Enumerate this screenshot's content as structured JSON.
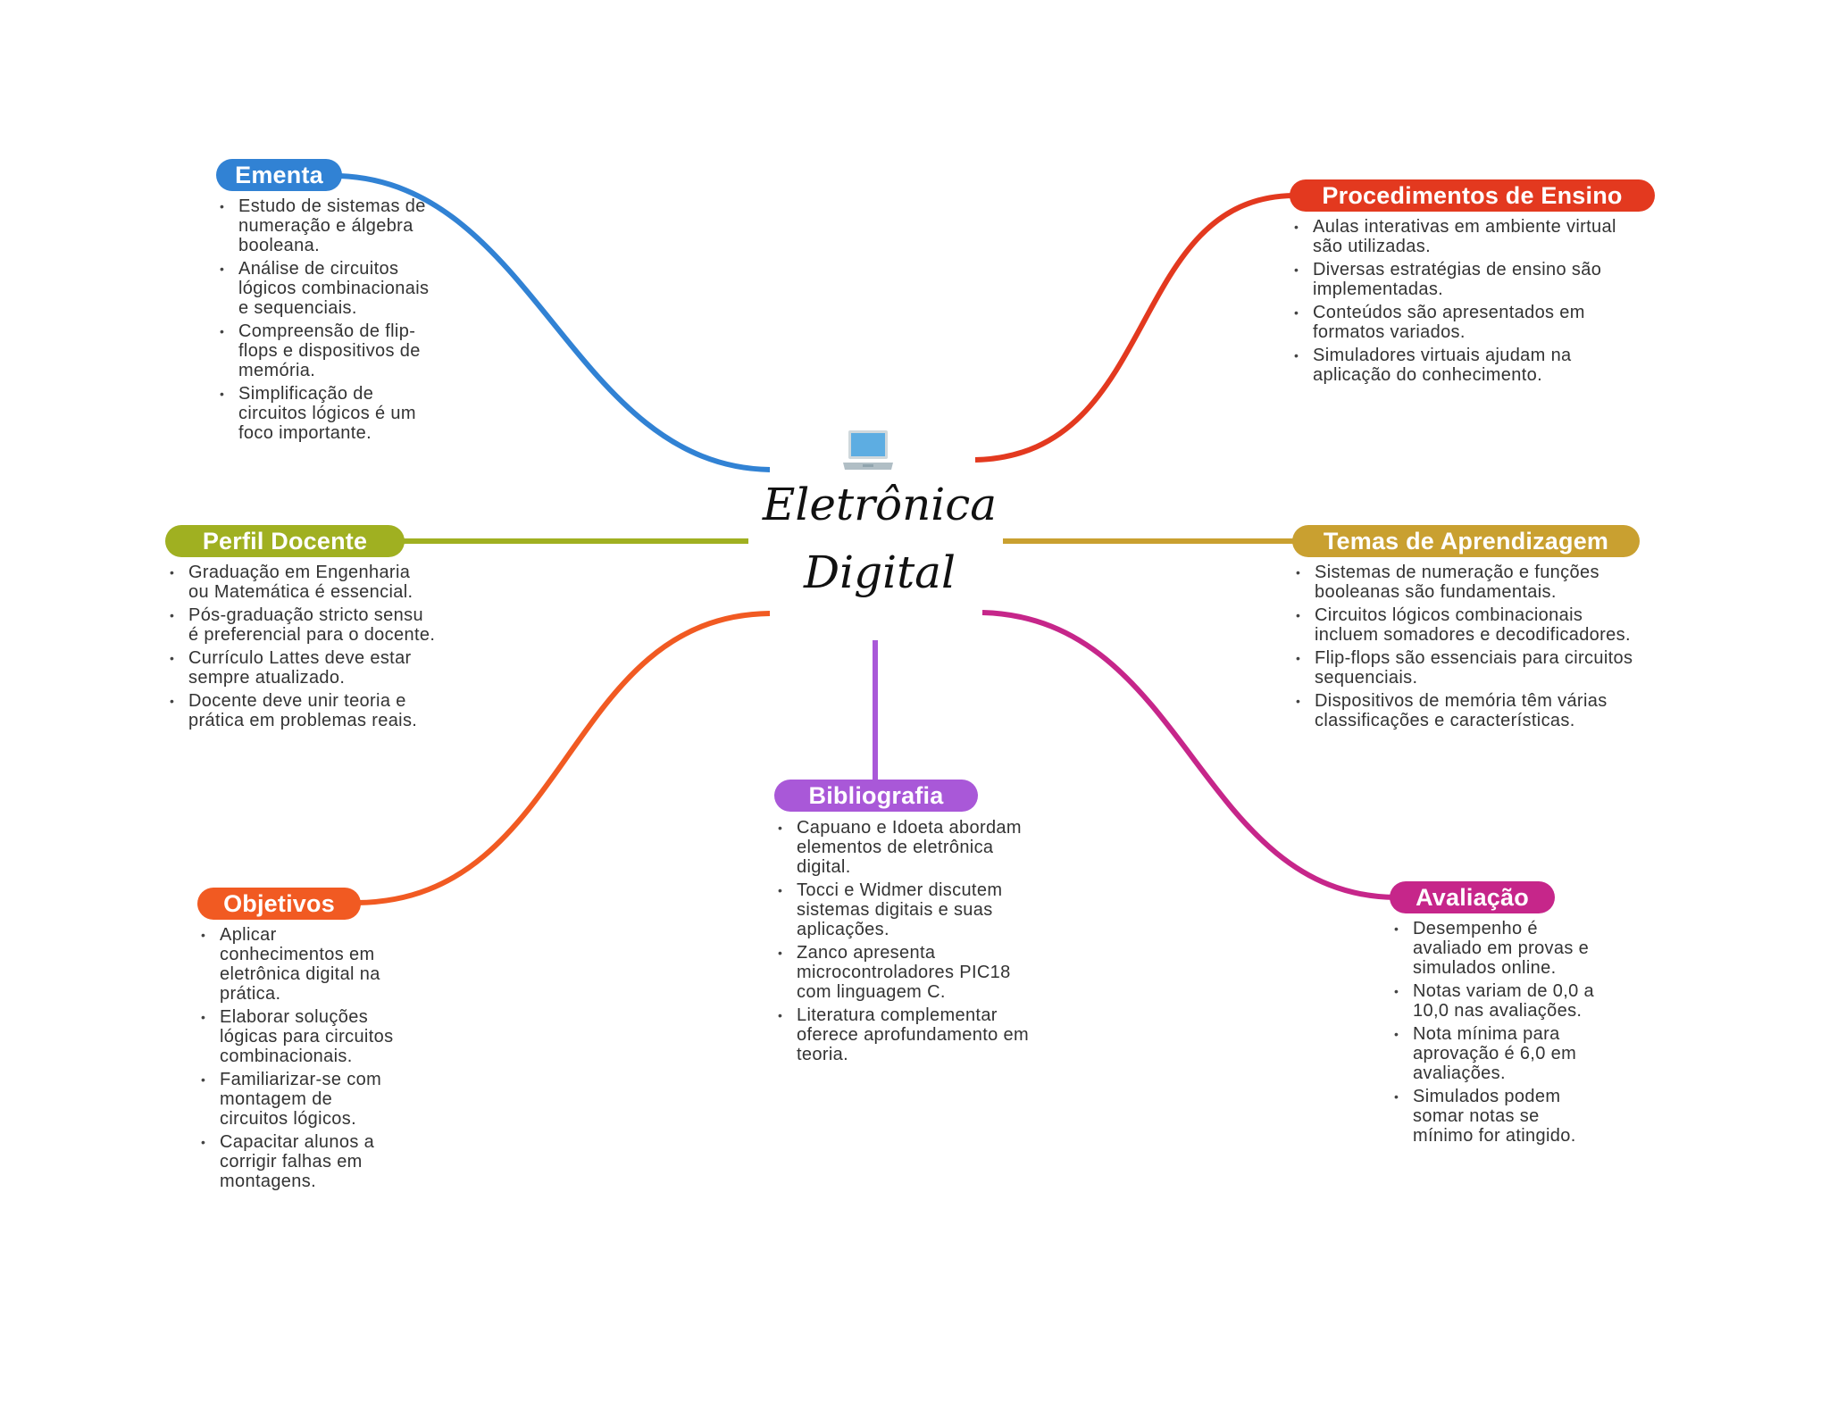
{
  "central": {
    "icon": "laptop-icon",
    "title_line1": "Eletrônica",
    "title_line2": "Digital"
  },
  "colors": {
    "ementa": "#3182d4",
    "procedimentos": "#e3391f",
    "perfil": "#a0b021",
    "temas": "#c9a030",
    "bibliografia": "#a958d8",
    "objetivos": "#f15a22",
    "avaliacao": "#c6268a"
  },
  "branches": {
    "ementa": {
      "label": "Ementa",
      "items": [
        "Estudo de sistemas de numeração e álgebra booleana.",
        "Análise de circuitos lógicos combinacionais e sequenciais.",
        "Compreensão de flip-flops e dispositivos de memória.",
        "Simplificação de circuitos lógicos é um foco importante."
      ]
    },
    "procedimentos": {
      "label": "Procedimentos de Ensino",
      "items": [
        "Aulas interativas em ambiente virtual são utilizadas.",
        "Diversas estratégias de ensino são implementadas.",
        "Conteúdos são apresentados em formatos variados.",
        "Simuladores virtuais ajudam na aplicação do conhecimento."
      ]
    },
    "perfil": {
      "label": "Perfil Docente",
      "items": [
        "Graduação em Engenharia ou Matemática é essencial.",
        "Pós-graduação stricto sensu é preferencial para o docente.",
        "Currículo Lattes deve estar sempre atualizado.",
        "Docente deve unir teoria e prática em problemas reais."
      ]
    },
    "temas": {
      "label": "Temas de Aprendizagem",
      "items": [
        "Sistemas de numeração e funções booleanas são fundamentais.",
        "Circuitos lógicos combinacionais incluem somadores e decodificadores.",
        "Flip-flops são essenciais para circuitos sequenciais.",
        "Dispositivos de memória têm várias classificações e características."
      ]
    },
    "bibliografia": {
      "label": "Bibliografia",
      "items": [
        "Capuano e Idoeta abordam elementos de eletrônica digital.",
        "Tocci e Widmer discutem sistemas digitais e suas aplicações.",
        "Zanco apresenta microcontroladores PIC18 com linguagem C.",
        "Literatura complementar oferece aprofundamento em teoria."
      ]
    },
    "objetivos": {
      "label": "Objetivos",
      "items": [
        "Aplicar conhecimentos em eletrônica digital na prática.",
        "Elaborar soluções lógicas para circuitos combinacionais.",
        "Familiarizar-se com montagem de circuitos lógicos.",
        "Capacitar alunos a corrigir falhas em montagens."
      ]
    },
    "avaliacao": {
      "label": "Avaliação",
      "items": [
        "Desempenho é avaliado em provas e simulados online.",
        "Notas variam de 0,0 a 10,0 nas avaliações.",
        "Nota mínima para aprovação é 6,0 em avaliações.",
        "Simulados podem somar notas se mínimo for atingido."
      ]
    }
  }
}
